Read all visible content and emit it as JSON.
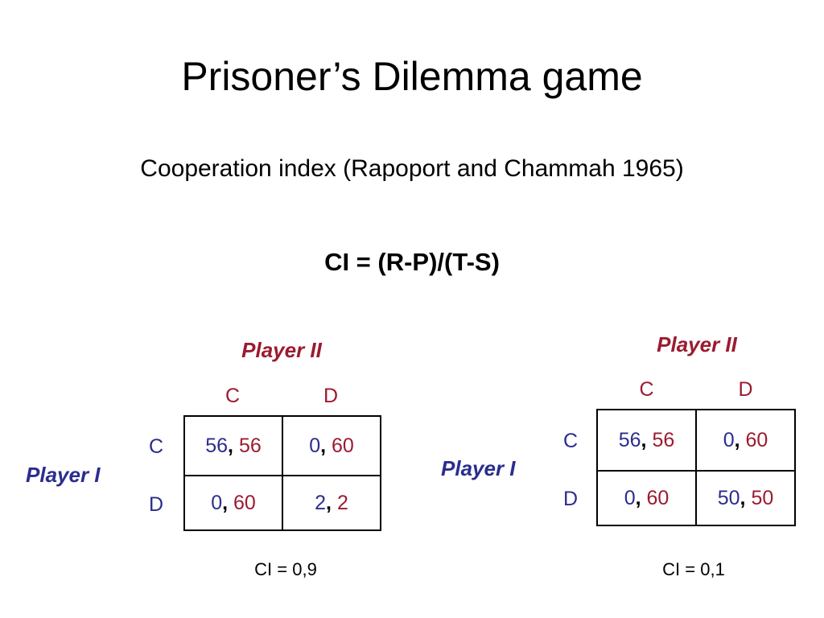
{
  "slide": {
    "title": "Prisoner’s Dilemma game",
    "subtitle": "Cooperation index (Rapoport and Chammah 1965)",
    "formula": "CI = (R-P)/(T-S)"
  },
  "colors": {
    "player_one": "#2b2d8e",
    "player_two": "#9b1b30"
  },
  "games": [
    {
      "player2_label": "Player II",
      "player1_label": "Player I",
      "col_headers": [
        "C",
        "D"
      ],
      "row_headers": [
        "C",
        "D"
      ],
      "cells": [
        [
          {
            "p1": "56",
            "p2": "56"
          },
          {
            "p1": "0",
            "p2": "60"
          }
        ],
        [
          {
            "p1": "0",
            "p2": "60"
          },
          {
            "p1": "2",
            "p2": "2"
          }
        ]
      ],
      "ci": "CI = 0,9"
    },
    {
      "player2_label": "Player II",
      "player1_label": "Player I",
      "col_headers": [
        "C",
        "D"
      ],
      "row_headers": [
        "C",
        "D"
      ],
      "cells": [
        [
          {
            "p1": "56",
            "p2": "56"
          },
          {
            "p1": "0",
            "p2": "60"
          }
        ],
        [
          {
            "p1": "0",
            "p2": "60"
          },
          {
            "p1": "50",
            "p2": "50"
          }
        ]
      ],
      "ci": "CI = 0,1"
    }
  ],
  "separator": ","
}
